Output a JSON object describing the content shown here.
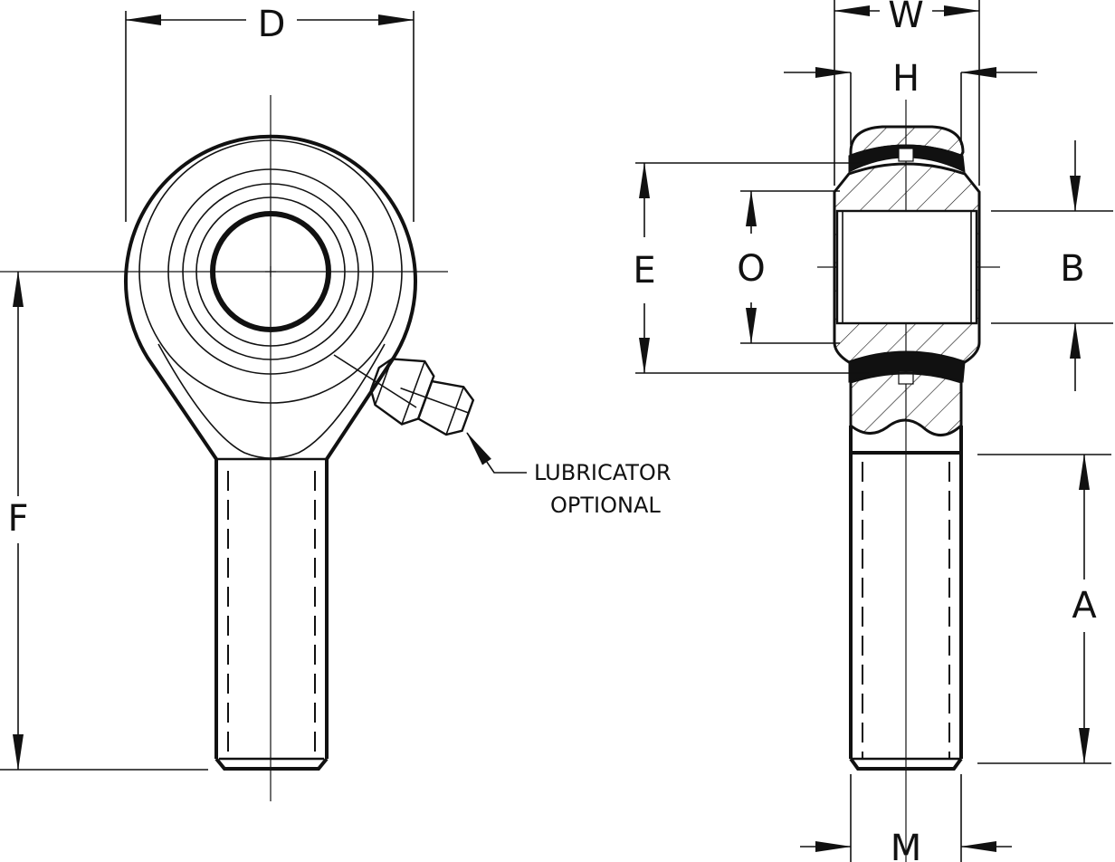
{
  "labels": {
    "D": "D",
    "F": "F",
    "W": "W",
    "H": "H",
    "E": "E",
    "O": "O",
    "B": "B",
    "A": "A",
    "M": "M"
  },
  "note": {
    "line1": "LUBRICATOR",
    "line2": "OPTIONAL"
  }
}
